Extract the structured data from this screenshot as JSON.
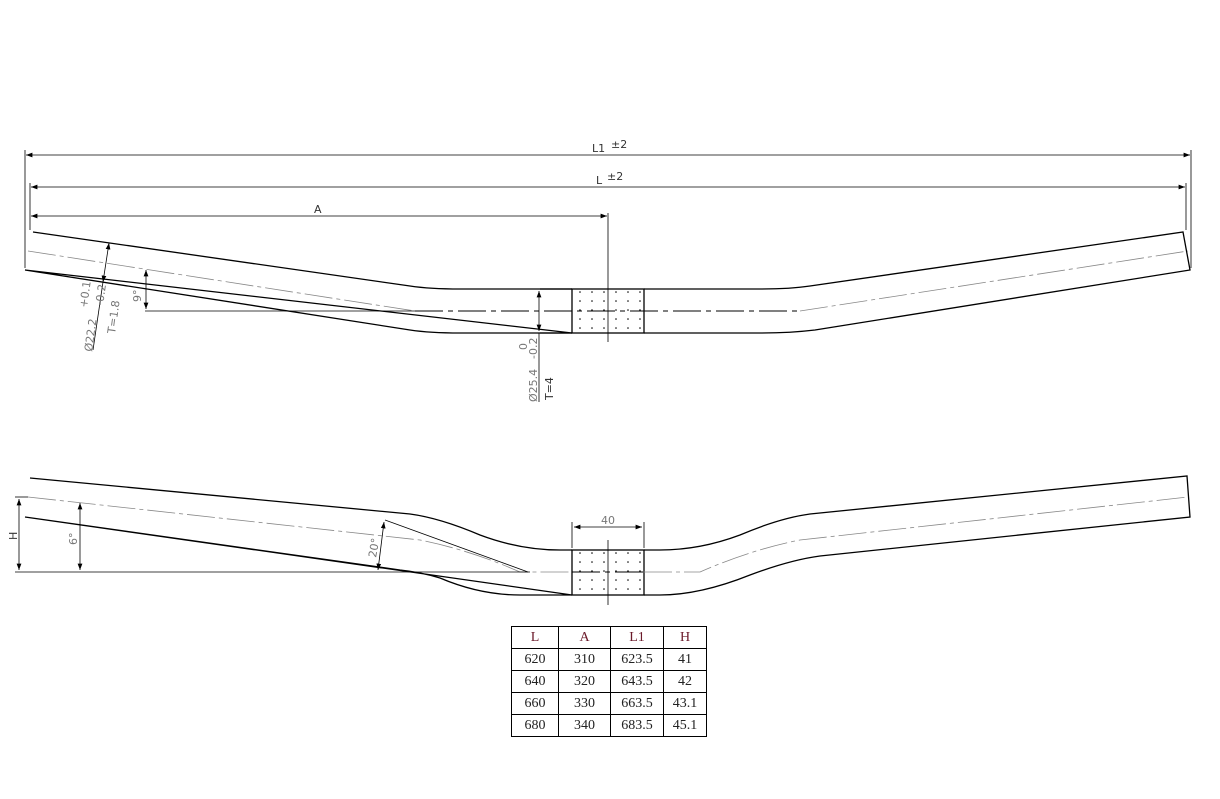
{
  "drawing": {
    "dim_L1": "L1",
    "dim_L1_tol": "±2",
    "dim_L": "L",
    "dim_L_tol": "±2",
    "dim_A": "A",
    "grip_diameter": "Ø22.2",
    "grip_tol_upper": "+0.1",
    "grip_tol_lower": "-0.2",
    "grip_wall": "T=1.8",
    "sweep_angle": "9°",
    "clamp_diameter": "Ø25.4",
    "clamp_tol_upper": "0",
    "clamp_tol_lower": "-0.2",
    "clamp_wall": "T=4",
    "clamp_width": "40",
    "rise_label": "H",
    "upsweep_angle": "6°",
    "bend_angle": "20°"
  },
  "table": {
    "headers": [
      "L",
      "A",
      "L1",
      "H"
    ],
    "rows": [
      [
        "620",
        "310",
        "623.5",
        "41"
      ],
      [
        "640",
        "320",
        "643.5",
        "42"
      ],
      [
        "660",
        "330",
        "663.5",
        "43.1"
      ],
      [
        "680",
        "340",
        "683.5",
        "45.1"
      ]
    ]
  }
}
